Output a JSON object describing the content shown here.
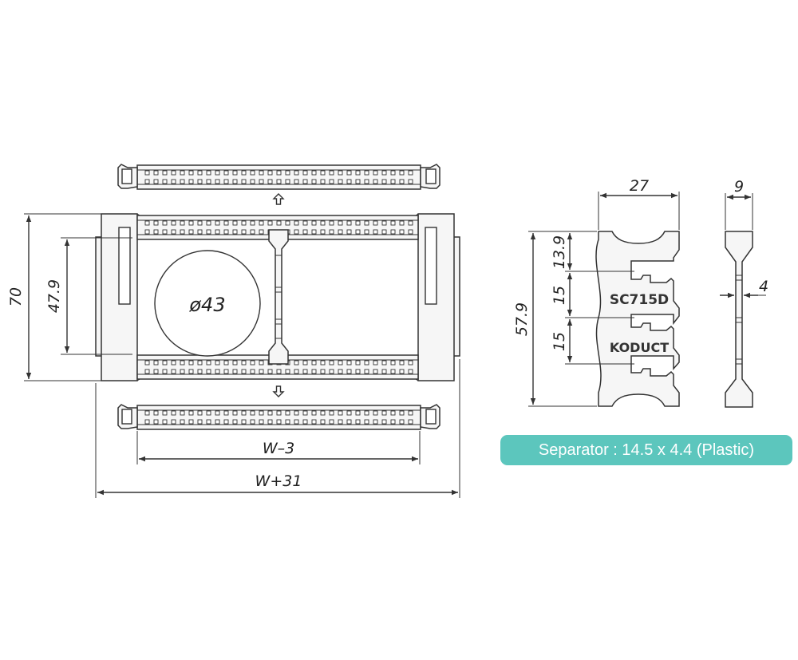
{
  "dimensions": {
    "height_70": "70",
    "height_47_9": "47.9",
    "diameter": "ø43",
    "inner_width": "W–3",
    "outer_width": "W+31",
    "sep_width": "27",
    "sep_thickness": "9",
    "sep_height": "57.9",
    "sep_top": "13.9",
    "sep_pitch_1": "15",
    "sep_pitch_2": "15",
    "sep_web": "4"
  },
  "separator": {
    "stamp_model": "SC715D",
    "stamp_brand": "KODUCT",
    "caption": "Separator : 14.5 x 4.4 (Plastic)"
  },
  "colors": {
    "badge": "#5cc6bd",
    "line": "#333333"
  }
}
